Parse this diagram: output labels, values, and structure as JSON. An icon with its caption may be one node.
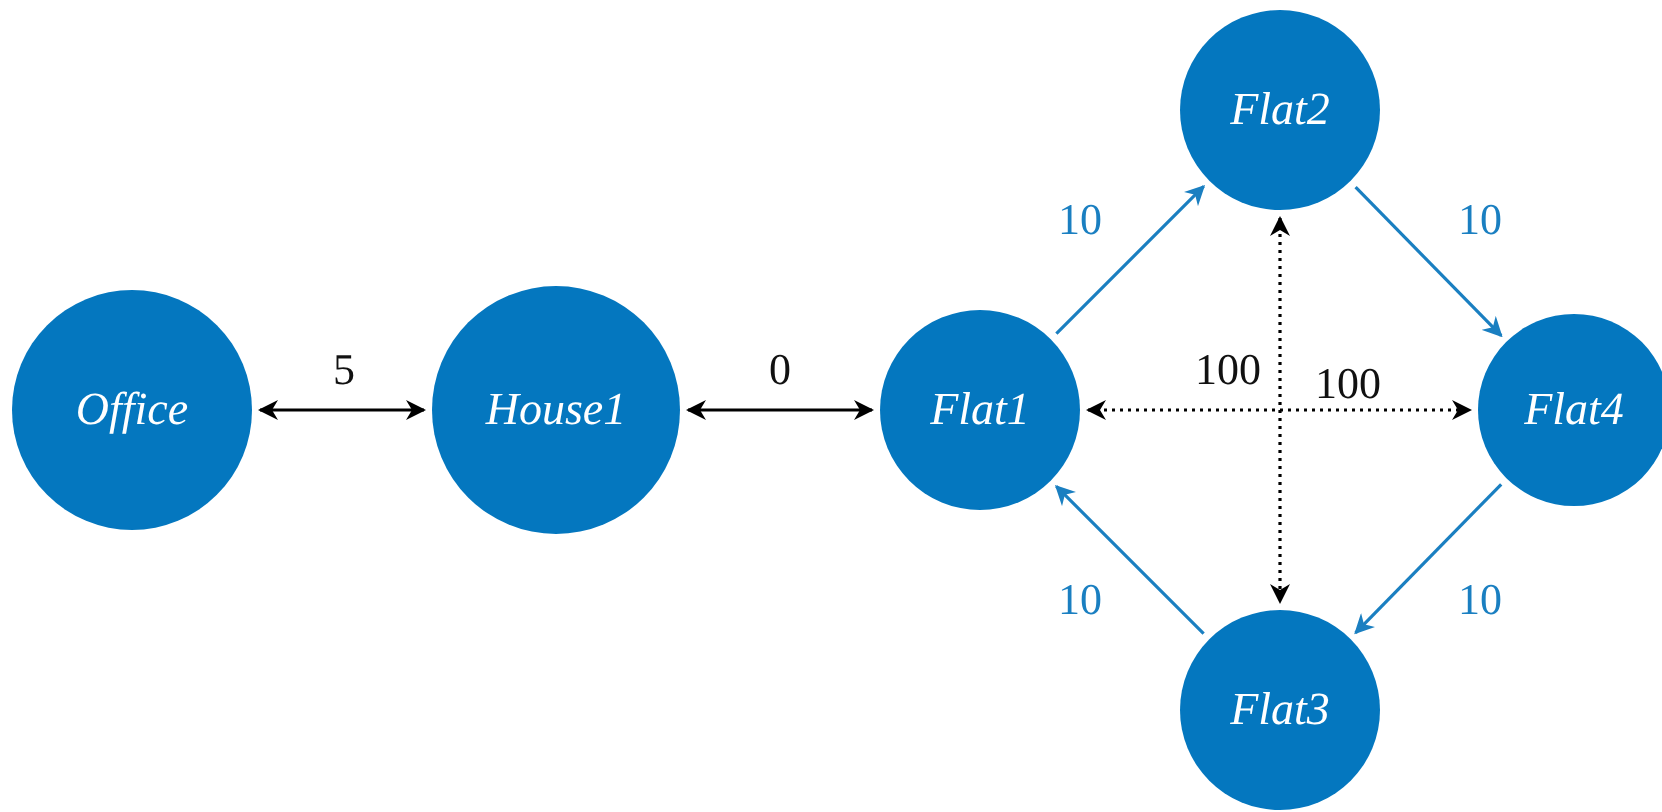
{
  "diagram": {
    "nodes": [
      {
        "text": [
          "Office"
        ]
      },
      {
        "text": [
          "House1"
        ]
      },
      {
        "text": [
          "Flat1"
        ]
      },
      {
        "text": [
          "Flat2"
        ]
      },
      {
        "text": [
          "Flat3"
        ]
      },
      {
        "text": [
          "Flat4"
        ]
      }
    ],
    "edges": [
      {
        "from": 0,
        "to": 1,
        "arrow": "both",
        "label": "5"
      },
      {
        "from": 1,
        "to": 2,
        "arrow": "both",
        "label": "0"
      },
      {
        "from": 2,
        "to": 3,
        "arrow": "to",
        "label": "10",
        "color": "#1a7fc1"
      },
      {
        "from": 3,
        "to": 5,
        "arrow": "to",
        "label": "10",
        "color": "#1a7fc1"
      },
      {
        "from": 5,
        "to": 4,
        "arrow": "to",
        "label": "10",
        "color": "#1a7fc1"
      },
      {
        "from": 4,
        "to": 2,
        "arrow": "to",
        "label": "10",
        "color": "#1a7fc1"
      },
      {
        "from": 2,
        "to": 5,
        "arrow": "both",
        "label": "100",
        "style": "dashed"
      },
      {
        "from": 3,
        "to": 4,
        "arrow": "both",
        "label": "100",
        "style": "dashed"
      }
    ]
  }
}
